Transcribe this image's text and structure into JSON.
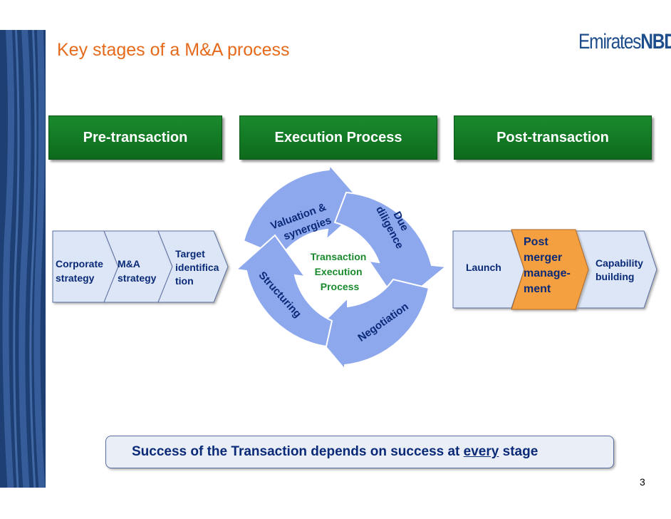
{
  "title": "Key stages of a M&A process",
  "logo": {
    "part1": "Emirates",
    "part2": "NBD"
  },
  "headers": {
    "pre": "Pre-transaction",
    "execution": "Execution Process",
    "post": "Post-transaction"
  },
  "pre_chevrons": [
    {
      "lines": [
        "Corporate",
        "strategy"
      ]
    },
    {
      "lines": [
        "M&A",
        "strategy"
      ]
    },
    {
      "lines": [
        "Target",
        "identifica",
        "tion"
      ]
    }
  ],
  "cycle": {
    "center": [
      "Transaction",
      "Execution",
      "Process"
    ],
    "arrows": [
      {
        "lines": [
          "Valuation &",
          "synergies"
        ]
      },
      {
        "lines": [
          "Due",
          "diligence"
        ]
      },
      {
        "lines": [
          "Negotiation"
        ]
      },
      {
        "lines": [
          "Structuring"
        ]
      }
    ]
  },
  "post_chevrons": [
    {
      "lines": [
        "Launch"
      ]
    },
    {
      "lines": [
        "Post",
        "merger",
        "manage-",
        "ment"
      ]
    },
    {
      "lines": [
        "Capability",
        "building"
      ]
    }
  ],
  "banner": {
    "before": "Success of the Transaction depends on success at ",
    "emph": "every",
    "after": " stage"
  },
  "page_number": "3",
  "colors": {
    "title": "#e56a1c",
    "header_green": "#0d6a1c",
    "chevron_fill": "#dce6f7",
    "highlight": "#f5a040",
    "cycle_arrow": "#8ea8ee",
    "banner_text": "#0a2a78"
  }
}
